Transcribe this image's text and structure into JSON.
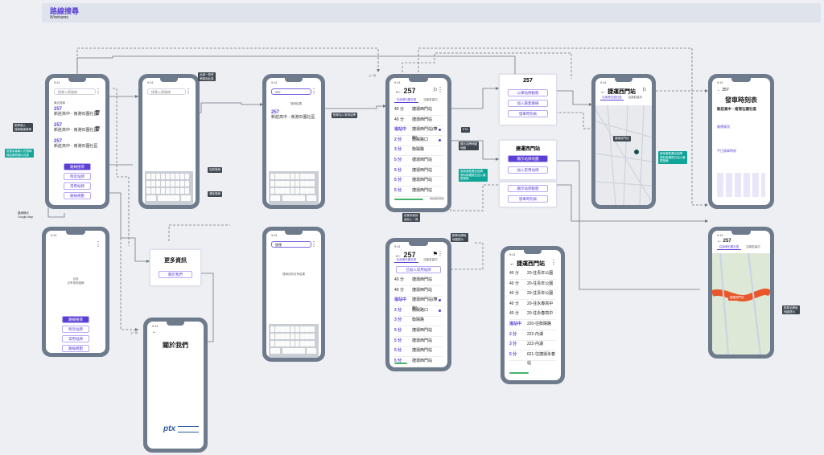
{
  "banner": {
    "title": "路線搜尋",
    "subtitle": "Wireframe"
  },
  "s1": {
    "placeholder": "搜尋公車路線",
    "section": "最近搜尋",
    "routes": [
      {
        "num": "257",
        "name": "新莊高中 - 南港石圍社區"
      },
      {
        "num": "257",
        "name": "新莊高中 - 南港石圍社區"
      },
      {
        "num": "257",
        "name": "新莊高中 - 南港石圍社區"
      }
    ],
    "menu": [
      "路線搜尋",
      "附近站牌",
      "常用站牌",
      "路線規劃"
    ]
  },
  "s2": {
    "placeholder": "搜尋公車路線"
  },
  "s3": {
    "query": "257",
    "section": "搜尋結果",
    "route": {
      "num": "257",
      "name": "新莊高中 - 南港石圍社區"
    }
  },
  "s4": {
    "query": "捷運",
    "empty": "搜尋目前沒有結果"
  },
  "s5": {
    "empty": "目前\n沒有常用路線",
    "menu": [
      "路線搜尋",
      "附近站牌",
      "常用站牌",
      "路線規劃"
    ]
  },
  "more": {
    "title": "更多資訊",
    "button": "關於我們"
  },
  "about": {
    "title": "關於我們",
    "logo": "ptx"
  },
  "detail": {
    "route": "257",
    "tabs": [
      "往南港石圍社區",
      "往新莊高中"
    ],
    "rows": [
      {
        "time": "40 分",
        "stop": "捷運西門站"
      },
      {
        "time": "40 分",
        "stop": "捷運西門站"
      },
      {
        "time": "進站中",
        "stop": "捷運西門站(華南)"
      },
      {
        "time": "2 分",
        "stop": "衡陽路口"
      },
      {
        "time": "3 分",
        "stop": "衡陽路"
      },
      {
        "time": "5 分",
        "stop": "捷運西門站"
      },
      {
        "time": "5 分",
        "stop": "捷運西門站"
      },
      {
        "time": "5 分",
        "stop": "捷運西門站"
      },
      {
        "time": "5 分",
        "stop": "捷運西門站"
      }
    ],
    "refresh": "剩餘更新時間"
  },
  "detail2": {
    "route": "257",
    "tabs": [
      "往南港石圍社區",
      "往新莊高中"
    ],
    "added": "已加入常用站牌",
    "rows": [
      {
        "time": "40 分",
        "stop": "捷運西門站"
      },
      {
        "time": "40 分",
        "stop": "捷運西門站"
      },
      {
        "time": "進站中",
        "stop": "捷運西門站(華南)"
      },
      {
        "time": "2 分",
        "stop": "衡陽路口"
      },
      {
        "time": "3 分",
        "stop": "衡陽路"
      },
      {
        "time": "5 分",
        "stop": "捷運西門站"
      },
      {
        "time": "5 分",
        "stop": "捷運西門站"
      },
      {
        "time": "5 分",
        "stop": "捷運西門站"
      },
      {
        "time": "5 分",
        "stop": "捷運西門站"
      }
    ]
  },
  "card1": {
    "title": "257",
    "items": [
      "公車站牌動態",
      "加入最愛路線",
      "發車時刻表"
    ]
  },
  "card2": {
    "title": "捷運西門站",
    "items": [
      "顯示站牌地圖",
      "加入常用站牌"
    ]
  },
  "card3": {
    "items": [
      "顯示站牌動態",
      "發車時刻表"
    ]
  },
  "station": {
    "title": "捷運西門站",
    "rows": [
      {
        "time": "40 分",
        "route": "20-往青年公園"
      },
      {
        "time": "40 分",
        "route": "20-往青年公園"
      },
      {
        "time": "40 分",
        "route": "20-往青年公園"
      },
      {
        "time": "40 分",
        "route": "20-往永春高中"
      },
      {
        "time": "40 分",
        "route": "20-往永春高中"
      },
      {
        "time": "進站中",
        "route": "220-往衡陽路"
      },
      {
        "time": "2 分",
        "route": "222-內湖"
      },
      {
        "time": "3 分",
        "route": "222-內湖"
      },
      {
        "time": "5 分",
        "route": "621-往捷運永春站"
      }
    ]
  },
  "mapScreen": {
    "title": "捷運西門站",
    "tabs": [
      "往南港石圍社區",
      "往新莊高中"
    ],
    "marker": "捷運西門站"
  },
  "timetable": {
    "route": "257",
    "title": "發車時刻表",
    "subtitle": "新莊高中 - 南港石圍社區",
    "sections": [
      "營運資訊",
      "平日發車時刻"
    ]
  },
  "mapRoute": {
    "route": "257",
    "tabs": [
      "往南港石圍社區",
      "往新莊高中"
    ],
    "marker": "捷運西門站"
  },
  "notes": {
    "n1": "點擊進入\n搜尋路線清單",
    "n2": "此處一般會\n串聯到此頁",
    "n3": "若使用者按\n返回上一頁",
    "n4": "回到搜尋",
    "n5": "清除搜尋",
    "n6": "點擊加入常用站牌",
    "n7": "ETA",
    "n8": "顯示站牌地圖\n地圖",
    "n9": "若使用者輸入的搜尋\n無結果則顯示此頁",
    "n10": "路線顯示\nGoogle Map",
    "n11": "使用者點選出站牌\n資料後確認已加入最\n愛路線",
    "n12": "點擊站牌後\n地圖提示"
  },
  "arrows": {
    "back1": "上一頁",
    "back2": "上一頁"
  }
}
